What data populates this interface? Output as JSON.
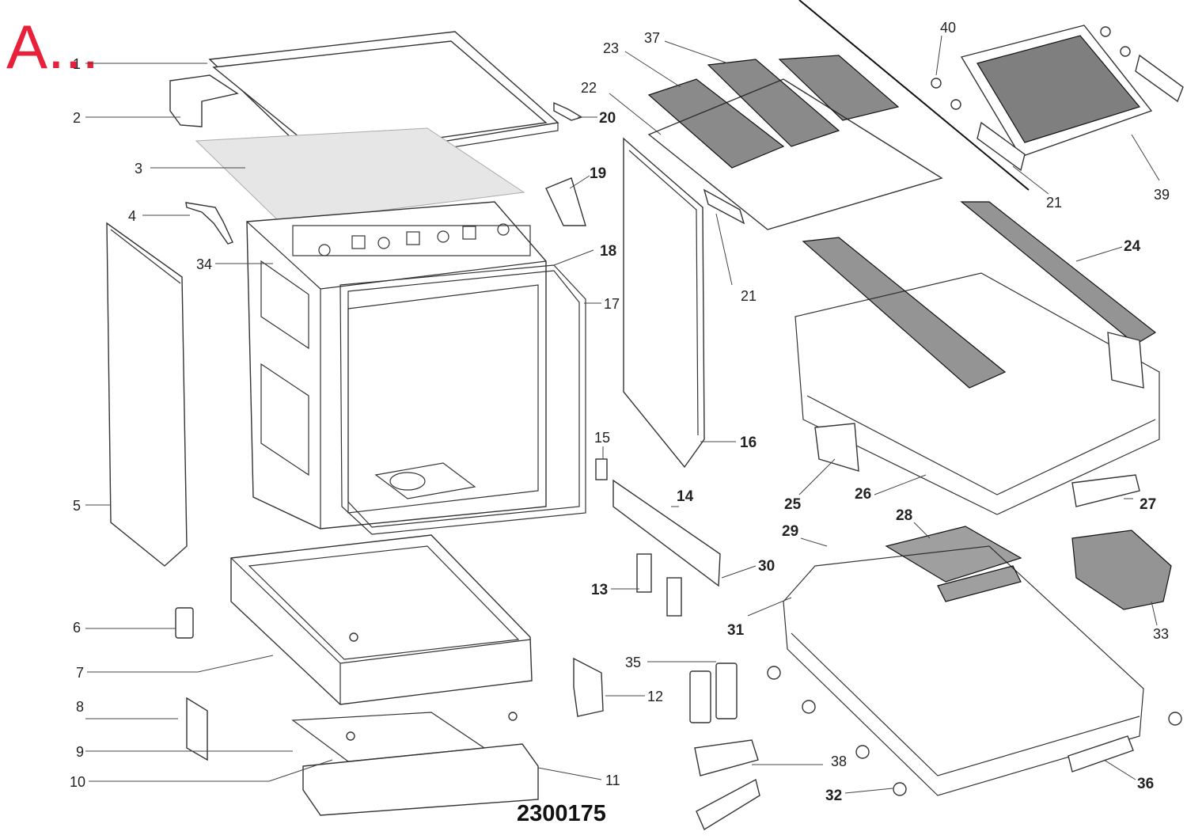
{
  "page_title": "A...",
  "drawing_number": "2300175",
  "part_labels": [
    "1",
    "2",
    "3",
    "4",
    "5",
    "6",
    "7",
    "8",
    "9",
    "10",
    "11",
    "12",
    "13",
    "14",
    "15",
    "16",
    "17",
    "18",
    "19",
    "20",
    "21",
    "21",
    "22",
    "23",
    "24",
    "25",
    "26",
    "27",
    "28",
    "29",
    "30",
    "31",
    "32",
    "33",
    "34",
    "35",
    "36",
    "37",
    "38",
    "39",
    "40"
  ],
  "colors": {
    "title": "#e8213a",
    "line": "#333333",
    "panel_fill": "#e6e6e6"
  }
}
